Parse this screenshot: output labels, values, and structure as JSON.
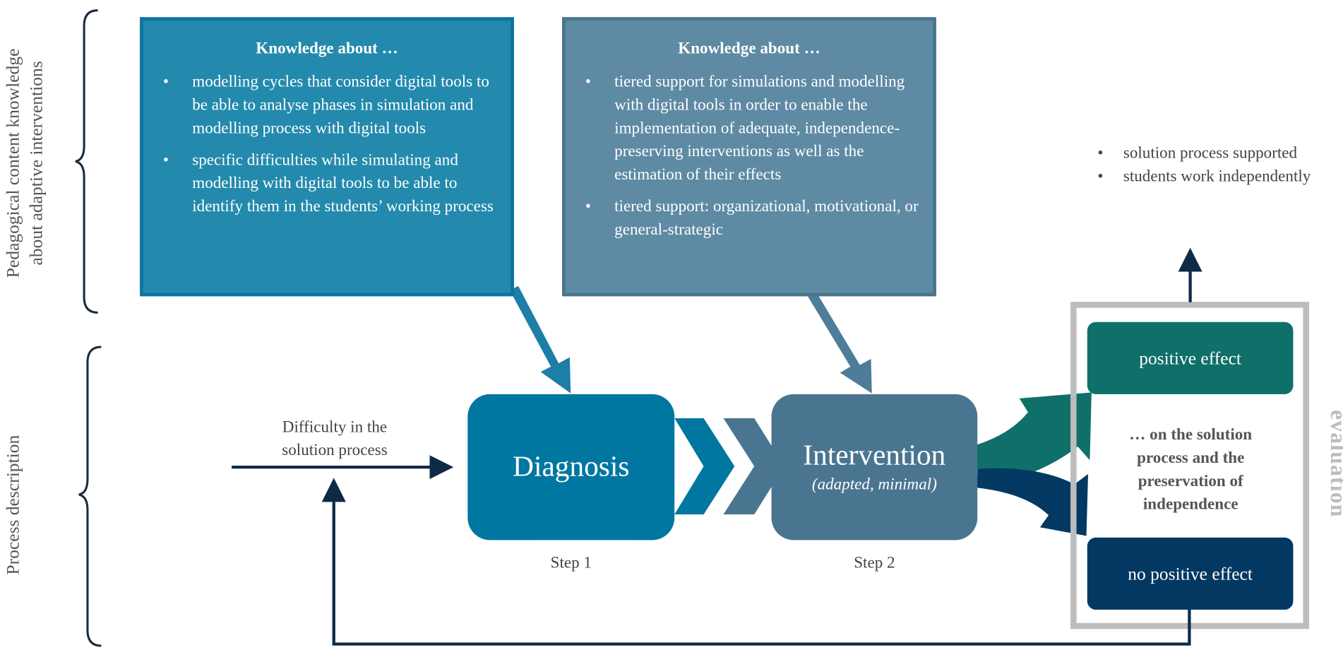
{
  "side_labels": {
    "top": "Pedagogical content knowledge about adaptive interventions",
    "bottom": "Process description"
  },
  "knowledge_diagnosis": {
    "heading": "Knowledge about …",
    "bullets": [
      "modelling cycles that consider digital tools to be able to analyse phases in simulation and modelling process with digital tools",
      "specific difficulties while simulating and modelling with digital tools to be able to identify them in the students’ working process"
    ]
  },
  "knowledge_intervention": {
    "heading": "Knowledge about …",
    "bullets": [
      "tiered support for simulations and modelling with digital tools in order to enable the implementation of adequate, independence-preserving interventions as well as the estimation of their effects",
      "tiered support: organizational, motivational, or general-strategic"
    ]
  },
  "process": {
    "start_label": "Difficulty in the solution process",
    "diagnosis": {
      "title": "Diagnosis",
      "step": "Step 1"
    },
    "intervention": {
      "title": "Intervention",
      "subtitle": "(adapted, minimal)",
      "step": "Step 2"
    }
  },
  "evaluation": {
    "label": "evaluation",
    "positive": "positive effect",
    "middle": "… on the solution process and the preservation of independence",
    "negative": "no positive effect"
  },
  "outcomes": [
    "solution process supported",
    "students work independently"
  ],
  "colors": {
    "diagnosis_blue": "#0077a0",
    "knowledge_blue": "#238aad",
    "intervention_slate": "#4a7590",
    "positive_teal": "#0e7069",
    "negative_navy": "#033862",
    "frame_gray": "#bdbdbd",
    "line_navy": "#0f2a45"
  }
}
